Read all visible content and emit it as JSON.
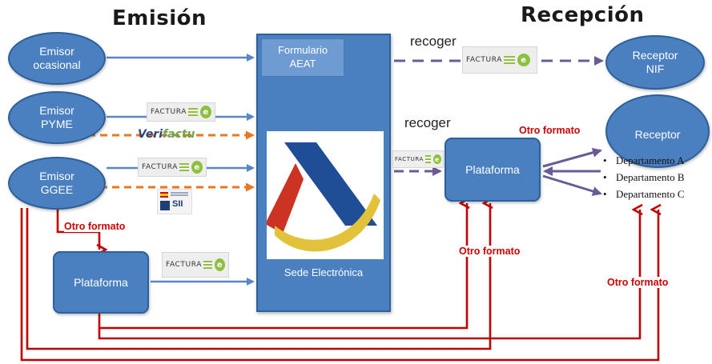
{
  "titles": {
    "emision": "Emisión",
    "recepcion": "Recepción"
  },
  "emisores": {
    "ocasional": [
      "Emisor",
      "ocasional"
    ],
    "pyme": [
      "Emisor",
      "PYME"
    ],
    "ggee": [
      "Emisor",
      "GGEE"
    ]
  },
  "sede": {
    "formulario": [
      "Formulario",
      "AEAT"
    ],
    "label": "Sede Electrónica"
  },
  "plataformas": {
    "emision": "Plataforma",
    "recepcion": "Plataforma"
  },
  "receptores": {
    "nif": [
      "Receptor",
      "NIF"
    ],
    "receptor": "Receptor",
    "departamentos": [
      "Departamento A",
      "Departamento B",
      "Departamento C"
    ]
  },
  "labels": {
    "recoger_top": "recoger",
    "recoger_mid": "recoger",
    "otro_formato_ggee": "Otro formato",
    "otro_formato_plataforma": "Otro formato",
    "otro_formato_bottom": "Otro formato",
    "otro_formato_receptor": "Otro formato"
  },
  "logos": {
    "factura_text": "FACTURA",
    "verifactu_a": "Veri",
    "verifactu_b": "factu",
    "sii_text": "SII"
  },
  "colors": {
    "blue_fill": "#4a7fc0",
    "blue_line": "#5b86c4",
    "orange_dash": "#e87722",
    "purple": "#6b5b95",
    "dark_red": "#c00000",
    "logo_red": "#cc3322",
    "logo_blue": "#1f4e96",
    "logo_yellow": "#e2c23a"
  }
}
